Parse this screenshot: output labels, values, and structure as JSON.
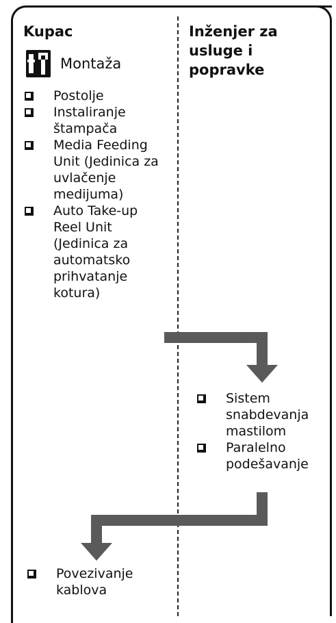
{
  "columns": {
    "customer": "Kupac",
    "engineer": "Inženjer za usluge i popravke"
  },
  "section": {
    "icon": "tools-icon",
    "label": "Montaža"
  },
  "customer_tasks": [
    "Postolje",
    "Instaliranje štampača",
    "Media Feeding Unit (Jedinica za uvlačenje medijuma)",
    "Auto Take-up Reel Unit (Jedinica za automatsko prihvatanje kotura)"
  ],
  "engineer_tasks": [
    "Sistem snabdevanja mastilom",
    "Paralelno podešavanje"
  ],
  "final_tasks": [
    "Povezivanje kablova"
  ],
  "colors": {
    "arrow": "#5a5a5a",
    "line": "#111111"
  }
}
